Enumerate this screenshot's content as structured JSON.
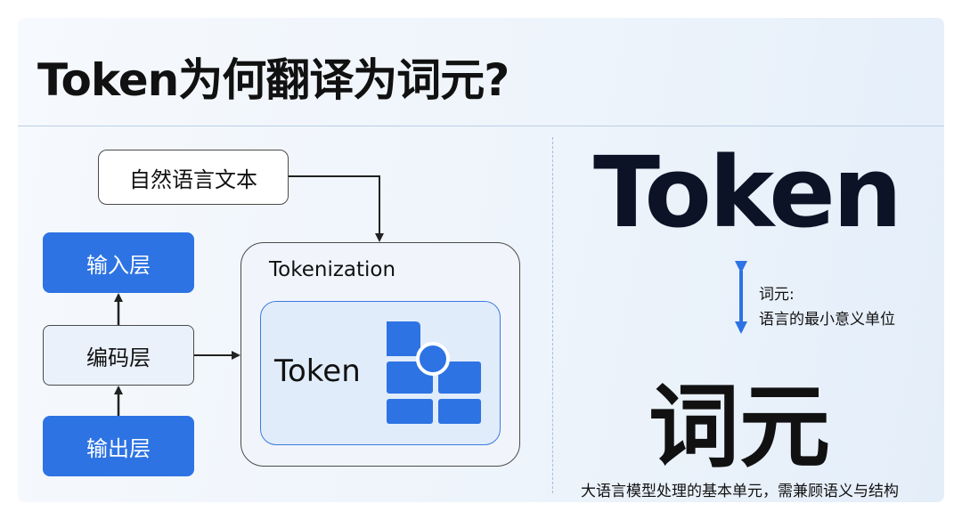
{
  "title": "Token为何翻译为词元?",
  "left_diagram": {
    "source_text": "自然语言文本",
    "input_layer": "输入层",
    "encoder_layer": "编码层",
    "output_layer": "输出层",
    "tokenization_label": "Tokenization",
    "token_word": "Token"
  },
  "right_panel": {
    "big_term": "Token",
    "definition_term": "词元:",
    "definition_text": "语言的最小意义单位",
    "chinese_term": "词元",
    "footer": "大语言模型处理的基本单元，需兼顾语义与结构"
  },
  "colors": {
    "accent_blue": "#2d73e3",
    "arrow_dark": "#222222"
  }
}
